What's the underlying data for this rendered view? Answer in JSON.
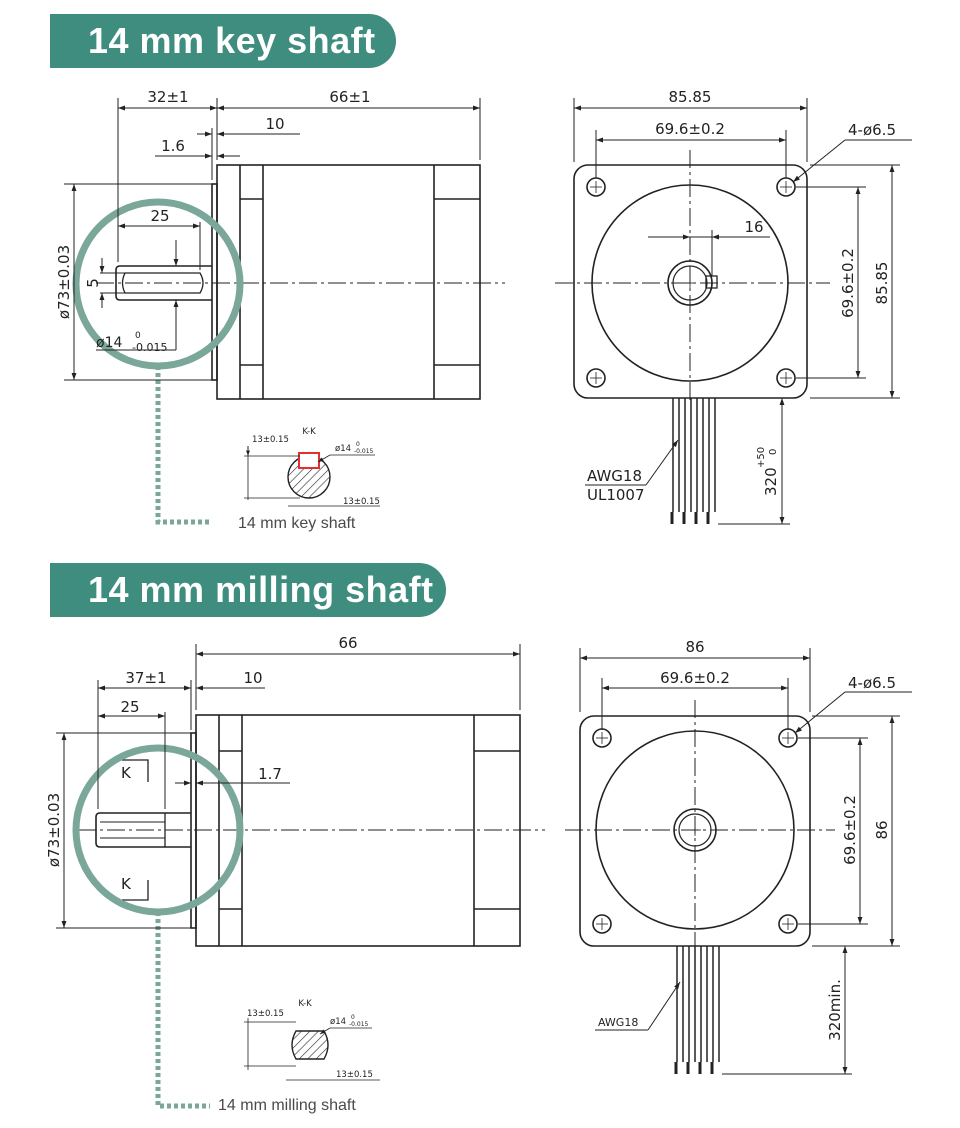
{
  "sections": [
    {
      "title": "14 mm key shaft",
      "caption": "14 mm key shaft",
      "side": {
        "shaft_len": "32±1",
        "body_len": "66±1",
        "flange": "10",
        "step": "1.6",
        "key_len": "25",
        "key_w": "5",
        "pilot": "ø73±0.03",
        "shaft_d_base": "ø14",
        "shaft_d_tol_up": "0",
        "shaft_d_tol_dn": "-0.015"
      },
      "front": {
        "size": "85.85",
        "hole_pitch": "69.6±0.2",
        "holes": "4-ø6.5",
        "key_pos": "16",
        "hole_pitch_v": "69.6±0.2",
        "size_v": "85.85",
        "lead_len_base": "320",
        "lead_len_up": "+50",
        "lead_len_dn": "0",
        "wire1": "AWG18",
        "wire2": "UL1007"
      },
      "section": {
        "title": "K-K",
        "dim1": "13±0.15",
        "diam_base": "ø14",
        "diam_tol_up": "0",
        "diam_tol_dn": "-0.015",
        "dim2": "13±0.15"
      }
    },
    {
      "title": "14 mm milling shaft",
      "caption": "14 mm milling shaft",
      "side": {
        "body_len": "66",
        "shaft_len": "37±1",
        "flange": "10",
        "flat_len": "25",
        "step": "1.7",
        "pilot": "ø73±0.03",
        "cut1": "K",
        "cut2": "K"
      },
      "front": {
        "size": "86",
        "hole_pitch": "69.6±0.2",
        "holes": "4-ø6.5",
        "hole_pitch_v": "69.6±0.2",
        "size_v": "86",
        "lead_len": "320min.",
        "wire1": "AWG18"
      },
      "section": {
        "title": "K-K",
        "dim1": "13±0.15",
        "diam_base": "ø14",
        "diam_tol_up": "0",
        "diam_tol_dn": "-0.015",
        "dim2": "13±0.15"
      }
    }
  ]
}
